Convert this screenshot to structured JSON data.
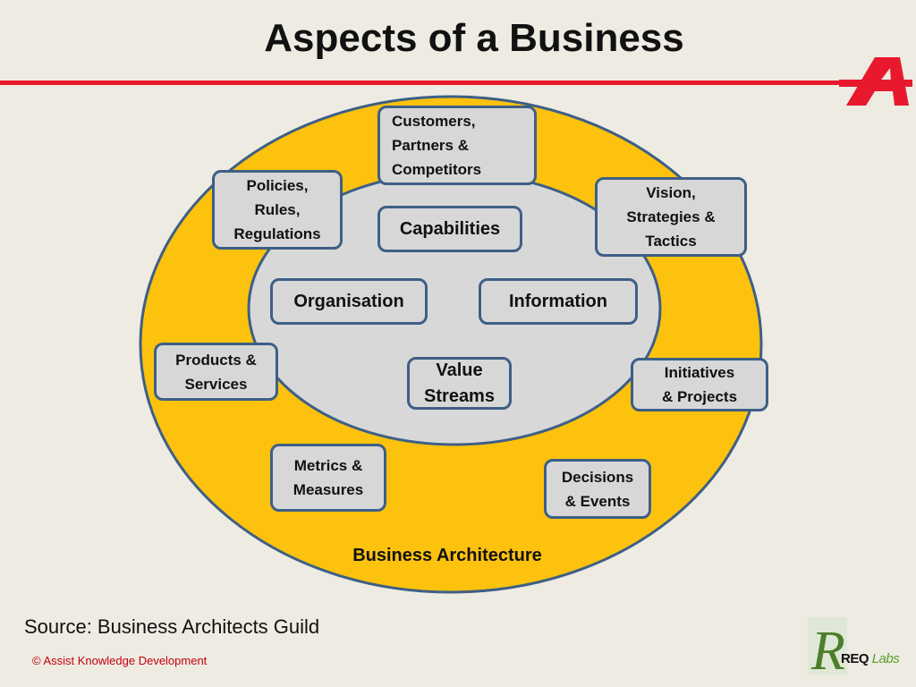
{
  "title": "Aspects of a Business",
  "ring_label": "Business Architecture",
  "inner_boxes": {
    "capabilities": "Capabilities",
    "organisation": "Organisation",
    "information": "Information",
    "value_streams": "Value\nStreams"
  },
  "outer_boxes": {
    "customers": "Customers,\nPartners &\nCompetitors",
    "policies": "Policies,\nRules,\nRegulations",
    "vision": "Vision,\nStrategies &\nTactics",
    "products": "Products &\nServices",
    "initiatives": "Initiatives\n& Projects",
    "metrics": "Metrics &\nMeasures",
    "decisions": "Decisions\n& Events"
  },
  "source": "Source: Business Architects Guild",
  "copyright": "© Assist Knowledge Development",
  "logo": {
    "letter": "R",
    "name_req": "REQ",
    "name_labs": "Labs"
  },
  "colors": {
    "accent_red": "#e8192c",
    "ring_fill": "#fcc20d",
    "inner_fill": "#d8d8d9",
    "border_blue": "#3e5f86",
    "logo_green": "#55a22b"
  }
}
